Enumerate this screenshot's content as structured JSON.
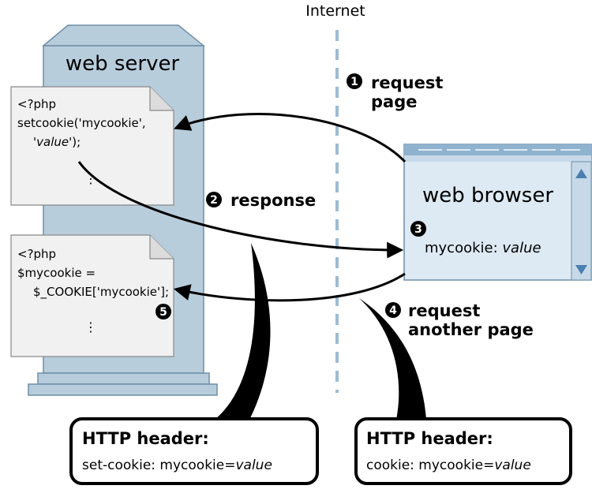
{
  "internet_label": "Internet",
  "server": {
    "title": "web server",
    "doc1": {
      "line1": "<?php",
      "line2": "setcookie('mycookie',",
      "line3_open": "'",
      "line3_value": "value",
      "line3_close": "');",
      "ellipsis": "⋮"
    },
    "doc2": {
      "line1": "<?php",
      "line2": "$mycookie =",
      "line3": "$_COOKIE['mycookie'];",
      "ellipsis": "⋮"
    }
  },
  "browser": {
    "title": "web browser",
    "cookie_label": "mycookie: ",
    "cookie_value": "value"
  },
  "steps": {
    "s1_num": "1",
    "s1_line1": "request",
    "s1_line2": "page",
    "s2_num": "2",
    "s2_text": "response",
    "s3_num": "3",
    "s4_num": "4",
    "s4_line1": "request",
    "s4_line2": "another page",
    "s5_num": "5"
  },
  "callouts": {
    "left": {
      "title": "HTTP header:",
      "text": "set-cookie: mycookie=",
      "value": "value"
    },
    "right": {
      "title": "HTTP header:",
      "text": "cookie: mycookie=",
      "value": "value"
    }
  },
  "colors": {
    "server_fill": "#b8cddc",
    "server_stroke": "#6f8ea6",
    "browser_fill": "#dde9f3",
    "browser_bar": "#8fb2cf",
    "doc_fill": "#f1f1f1",
    "dashed_line": "#9dbcd2"
  }
}
